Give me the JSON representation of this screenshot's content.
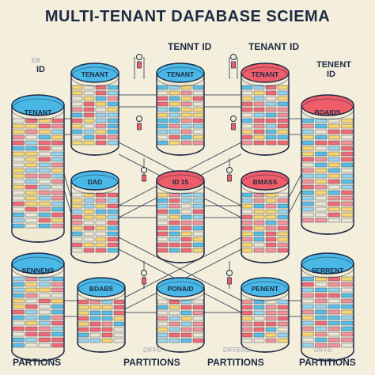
{
  "title": "MULTI-TENANT DAFABASE SCIEMA",
  "top_labels": {
    "left_small": "Ellt",
    "left_id": "ID",
    "center": "TENNT ID",
    "right": "TENANT ID",
    "far_right_1": "TENENT",
    "far_right_2": "ID"
  },
  "cylinder_labels": {
    "r1c1": "TENANT",
    "r1c2": "TENANT",
    "r1c3": "TENANT",
    "r2c0": "TENANT",
    "r2c4": "BOAIDS",
    "r3c1": "DAD",
    "r3c2": "ID 15",
    "r3c3": "BMASS",
    "r4c0": "SENNENS",
    "r4c4": "SERRENT",
    "r5c1": "BDABS",
    "r5c2": "PONAID",
    "r5c3": "PENENT"
  },
  "bottom_labels": {
    "b1": "PARTIONS",
    "b2": "PARTITIONS",
    "b3": "PARTITIONS",
    "b4": "PARTITIONS",
    "d1": "DIFFE",
    "d2": "DIFFERE",
    "d3": "DIFFE"
  },
  "colors": {
    "background": "#f4efdc",
    "blue": "#4ab8e6",
    "red": "#ef5d6a",
    "yellow": "#f6d36a",
    "ink": "#1d2a44"
  }
}
